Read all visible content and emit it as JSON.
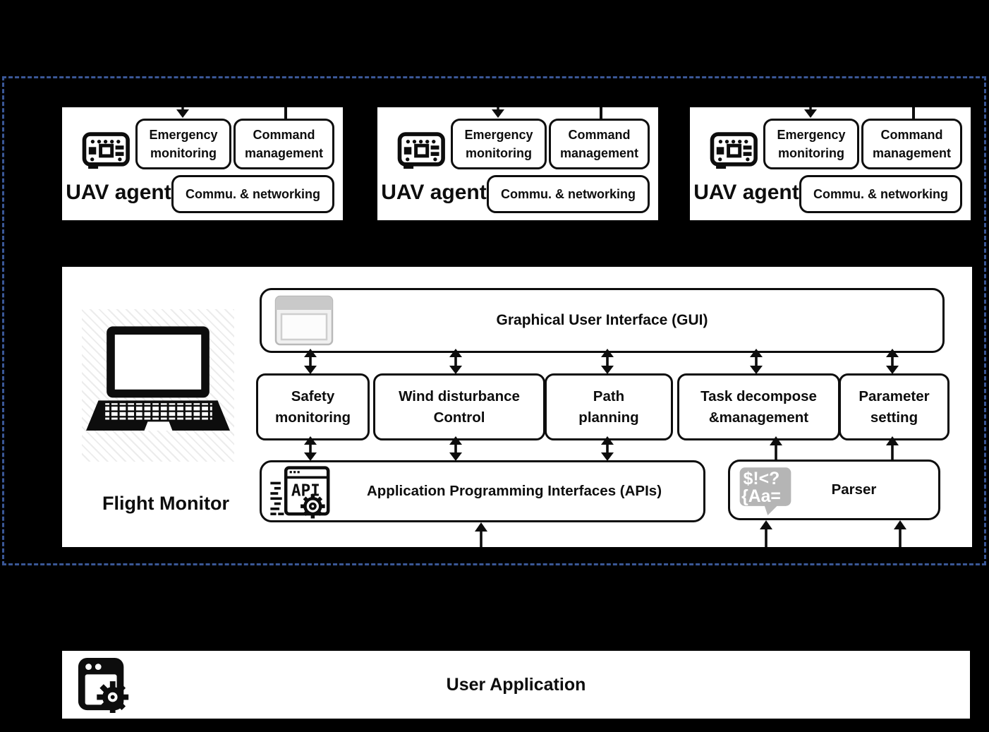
{
  "colors": {
    "background": "#000000",
    "panel": "#ffffff",
    "box_border": "#0d0d0d",
    "dashed_border": "#3a5796",
    "parser_icon_grey": "#b5b5b5",
    "gui_icon_grey": "#c9c9c9"
  },
  "uav_agents": [
    {
      "title": "UAV agent",
      "emergency": "Emergency\nmonitoring",
      "command": "Command\nmanagement",
      "commu": "Commu. & networking"
    },
    {
      "title": "UAV agent",
      "emergency": "Emergency\nmonitoring",
      "command": "Command\nmanagement",
      "commu": "Commu. & networking"
    },
    {
      "title": "UAV agent",
      "emergency": "Emergency\nmonitoring",
      "command": "Command\nmanagement",
      "commu": "Commu. & networking"
    }
  ],
  "flight_monitor": {
    "label": "Flight Monitor",
    "gui_label": "Graphical User Interface (GUI)",
    "modules": {
      "safety": "Safety\nmonitoring",
      "wind": "Wind disturbance\nControl",
      "path": "Path\nplanning",
      "task": "Task decompose\n&management",
      "parameter": "Parameter\nsetting"
    },
    "api_label": "Application Programming Interfaces (APIs)",
    "api_icon_text": "API",
    "parser_label": "Parser",
    "parser_icon_line1": "$!<?",
    "parser_icon_line2": "{Aa="
  },
  "user_application": {
    "label": "User Application"
  },
  "icons": {
    "uav_agent": "circuit-board-icon",
    "flight_monitor": "laptop-icon",
    "gui": "window-icon",
    "api": "api-gear-icon",
    "parser": "code-parser-icon",
    "user_application": "app-gear-icon"
  }
}
